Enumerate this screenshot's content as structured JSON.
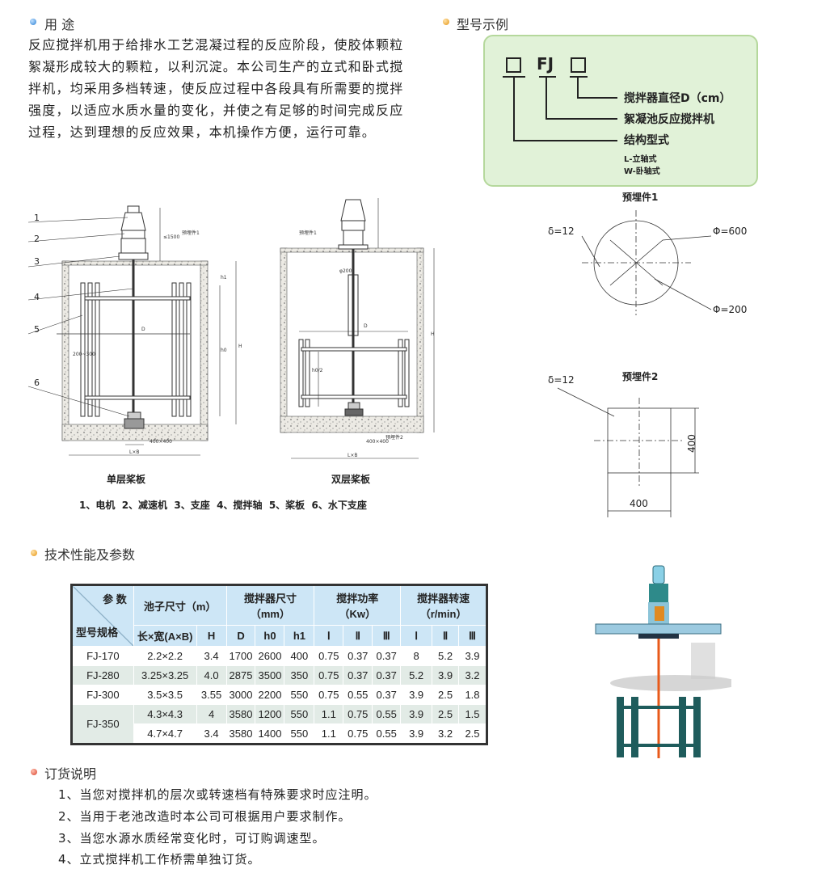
{
  "usage": {
    "heading": "用 途",
    "lines": [
      "反应搅拌机用于给排水工艺混凝过程的反应阶段，使胶体颗粒",
      "絮凝形成较大的颗粒，以利沉淀。本公司生产的立式和卧式搅",
      "拌机，均采用多档转速，使反应过程中各段具有所需要的搅拌",
      "强度，以适应水质水量的变化，并使之有足够的时间完成反应",
      "过程，达到理想的反应效果，本机操作方便，运行可靠。"
    ]
  },
  "model": {
    "heading": "型号示例",
    "code": "FJ",
    "labels": [
      "搅拌器直径D（cm）",
      "絮凝池反应搅拌机",
      "结构型式"
    ],
    "types": [
      "L-立轴式",
      "W-卧轴式"
    ]
  },
  "drawings": {
    "single_caption": "单层桨板",
    "double_caption": "双层桨板",
    "legend": "1、电机  2、减速机  3、支座  4、搅拌轴  5、桨板  6、水下支座",
    "part_numbers": [
      "1",
      "2",
      "3",
      "4",
      "5",
      "6"
    ],
    "dims": {
      "d": "D",
      "h": "H",
      "h0": "h0",
      "h1": "h1",
      "lb": "L×B",
      "top": "≤1500",
      "gap": "200~300",
      "base": "400×400",
      "phi": "φ200",
      "half": "h0/2"
    },
    "embed1": "预埋件1",
    "embed2": "预埋件2"
  },
  "embed_parts": {
    "part1_title": "预埋件1",
    "part1_delta": "δ=12",
    "part1_outer": "Φ=600",
    "part1_inner": "Φ=200",
    "part2_title": "预埋件2",
    "part2_delta": "δ=12",
    "part2_height": "400",
    "part2_width": "400"
  },
  "specs": {
    "heading": "技术性能及参数",
    "corner_top": "参 数",
    "corner_bottom": "型号规格",
    "groups": [
      "池子尺寸（m）",
      "搅拌器尺寸\n（mm）",
      "搅拌功率\n（Kw）",
      "搅拌器转速\n（r/min）"
    ],
    "subheaders": [
      "长×宽(A×B)",
      "H",
      "D",
      "h0",
      "h1",
      "Ⅰ",
      "Ⅱ",
      "Ⅲ",
      "Ⅰ",
      "Ⅱ",
      "Ⅲ"
    ],
    "rows": [
      {
        "model": "FJ-170",
        "cells": [
          "2.2×2.2",
          "3.4",
          "1700",
          "2600",
          "400",
          "0.75",
          "0.37",
          "0.37",
          "8",
          "5.2",
          "3.9"
        ]
      },
      {
        "model": "FJ-280",
        "cells": [
          "3.25×3.25",
          "4.0",
          "2875",
          "3500",
          "350",
          "0.75",
          "0.37",
          "0.37",
          "5.2",
          "3.9",
          "3.2"
        ]
      },
      {
        "model": "FJ-300",
        "cells": [
          "3.5×3.5",
          "3.55",
          "3000",
          "2200",
          "550",
          "0.75",
          "0.55",
          "0.37",
          "3.9",
          "2.5",
          "1.8"
        ]
      },
      {
        "model": "FJ-350",
        "cells": [
          "4.3×4.3",
          "4",
          "3580",
          "1200",
          "550",
          "1.1",
          "0.75",
          "0.55",
          "3.9",
          "2.5",
          "1.5"
        ]
      },
      {
        "model": "",
        "cells": [
          "4.7×4.7",
          "3.4",
          "3580",
          "1400",
          "550",
          "1.1",
          "0.75",
          "0.55",
          "3.9",
          "3.2",
          "2.5"
        ]
      }
    ]
  },
  "order": {
    "heading": "订货说明",
    "items": [
      "1、当您对搅拌机的层次或转速档有特殊要求时应注明。",
      "2、当用于老池改造时本公司可根据用户要求制作。",
      "3、当您水源水质经常变化时，可订购调速型。",
      "4、立式搅拌机工作桥需单独订货。"
    ]
  }
}
